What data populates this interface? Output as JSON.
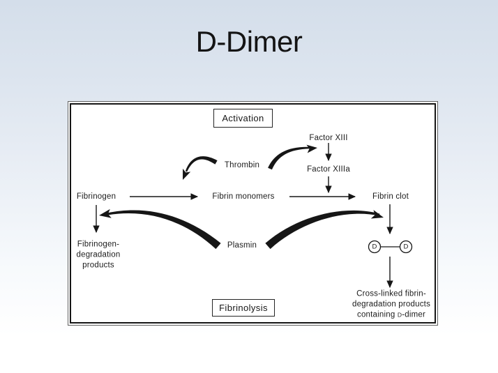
{
  "slide": {
    "title": "D-Dimer"
  },
  "diagram": {
    "activation": "Activation",
    "fibrinolysis": "Fibrinolysis",
    "factor_xiii": "Factor XIII",
    "factor_xiiia": "Factor XIIIa",
    "thrombin": "Thrombin",
    "fibrinogen": "Fibrinogen",
    "fibrin_monomers": "Fibrin monomers",
    "fibrin_clot": "Fibrin clot",
    "plasmin": "Plasmin",
    "fdp": {
      "line1": "Fibrinogen-",
      "line2": "degradation",
      "line3": "products"
    },
    "d_dimer_unit": {
      "left": "D",
      "right": "D"
    },
    "clfdp": {
      "line1": "Cross-linked fibrin-",
      "line2": "degradation products",
      "line3_prefix": "containing ",
      "line3_smallcap": "D",
      "line3_suffix": "-dimer"
    },
    "colors": {
      "ink": "#161616",
      "diagram_background": "#ffffff",
      "slide_top": "#d4deea",
      "slide_bottom": "#ffffff"
    }
  }
}
